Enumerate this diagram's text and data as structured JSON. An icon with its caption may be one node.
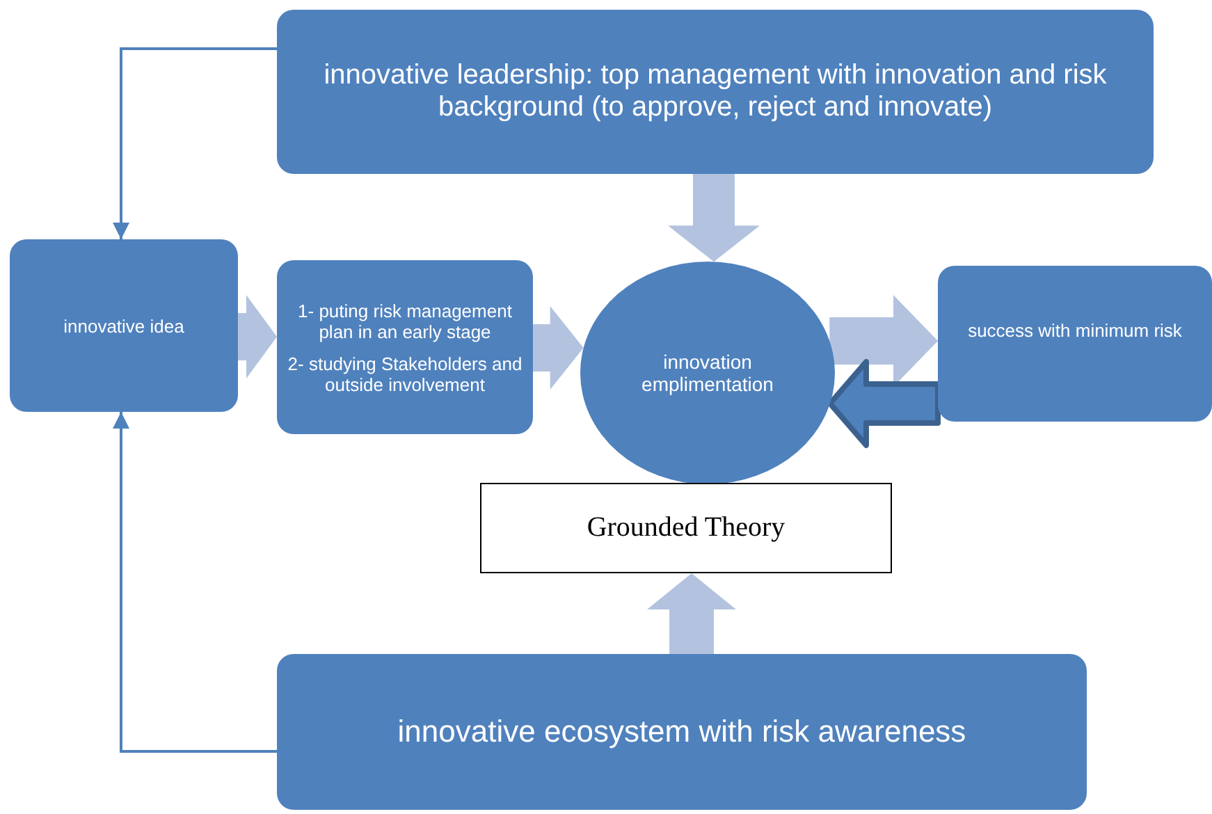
{
  "diagram": {
    "nodes": [
      {
        "text": [
          "innovative leadership: top management with innovation and risk background (to approve, reject and innovate)"
        ]
      },
      {
        "text": [
          "innovative idea"
        ]
      },
      {
        "text": [
          "1- puting risk management plan in an early stage",
          "2- studying Stakeholders and outside involvement"
        ]
      },
      {
        "text": [
          "innovation emplimentation"
        ]
      },
      {
        "text": [
          "success with minimum risk"
        ]
      },
      {
        "text": [
          "Grounded Theory"
        ]
      },
      {
        "text": [
          "innovative ecosystem with risk awareness"
        ]
      }
    ],
    "edges": [
      {
        "from": 0,
        "to": 1,
        "arrow": "to",
        "color": "#4f81bd"
      },
      {
        "from": 0,
        "to": 3,
        "arrow": "to",
        "style": "thick"
      },
      {
        "from": 1,
        "to": 2,
        "arrow": "to",
        "style": "thick"
      },
      {
        "from": 2,
        "to": 3,
        "arrow": "to",
        "style": "thick"
      },
      {
        "from": 3,
        "to": 4,
        "arrow": "to",
        "style": "thick"
      },
      {
        "from": 4,
        "to": 3,
        "arrow": "to",
        "style": "thick",
        "color": "#4f81bd"
      },
      {
        "from": 6,
        "to": 5,
        "arrow": "to",
        "style": "thick"
      },
      {
        "from": 6,
        "to": 1,
        "arrow": "to",
        "color": "#4f81bd"
      }
    ]
  }
}
